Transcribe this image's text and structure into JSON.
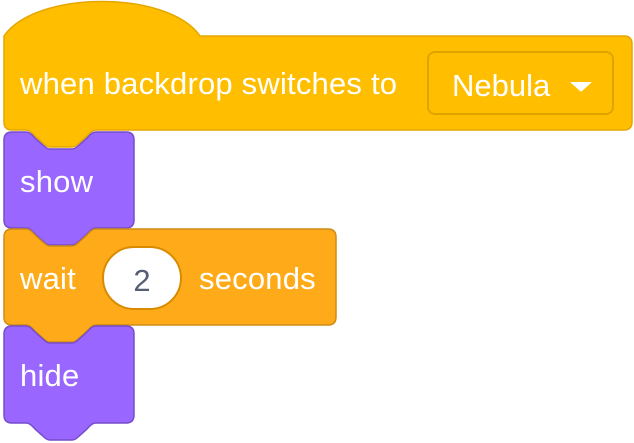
{
  "script": {
    "hat_block": {
      "label": "when backdrop switches to",
      "backdrop_value": "Nebula",
      "color": "#ffbf00",
      "arrow_icon": "dropdown-caret-icon"
    },
    "show_block": {
      "label": "show",
      "color": "#9966ff"
    },
    "wait_block": {
      "label_before": "wait",
      "seconds_value": "2",
      "label_after": "seconds",
      "color": "#ffab19"
    },
    "hide_block": {
      "label": "hide",
      "color": "#9966ff"
    }
  }
}
